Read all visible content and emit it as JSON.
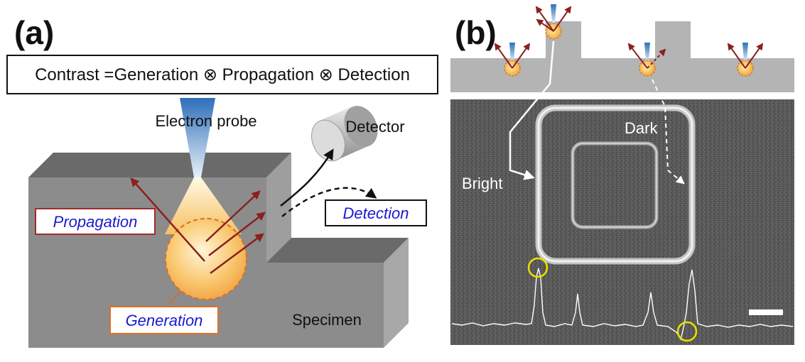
{
  "panel_a": {
    "letter": "(a)",
    "formula": "Contrast =Generation ⊗ Propagation ⊗ Detection",
    "electron_probe_label": "Electron probe",
    "detector_label": "Detector",
    "propagation_label": "Propagation",
    "detection_label": "Detection",
    "generation_label": "Generation",
    "specimen_label": "Specimen"
  },
  "panel_b": {
    "letter": "(b)",
    "bright_label": "Bright",
    "dark_label": "Dark"
  },
  "colors": {
    "specimen_gray": "#8c8c8c",
    "label_blue": "#1a1ad0",
    "propagation_box": "#a52a2a",
    "generation_box": "#e07020",
    "arrow_red": "#8b2020",
    "highlight_yellow": "#e8e000"
  }
}
